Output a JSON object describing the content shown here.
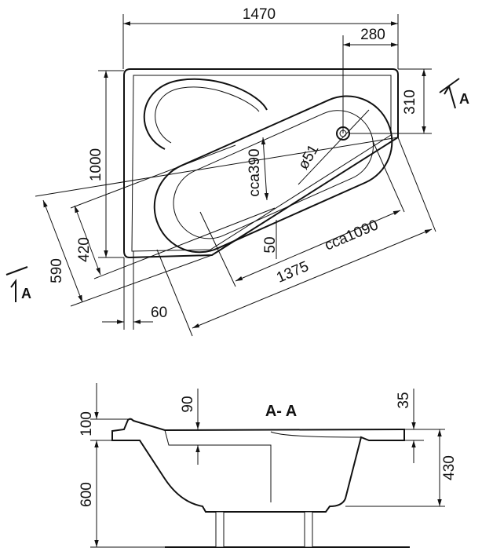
{
  "top_view": {
    "dims": {
      "overall_length": "1470",
      "drain_offset_x": "280",
      "drain_offset_y": "310",
      "overall_width": "1000",
      "inner_width": "420",
      "outer_width_slanted": "590",
      "edge_offset": "60",
      "slanted_length": "1375",
      "inner_length": "cca1090",
      "inner_basin_width": "cca390",
      "drain_diameter": "ø51",
      "rim_offset": "50"
    },
    "section_marker": "A"
  },
  "section_view": {
    "title": "A- A",
    "dims": {
      "headrest_height": "100",
      "total_height": "600",
      "step_depth": "90",
      "rim_thickness": "35",
      "basin_depth": "430"
    }
  }
}
